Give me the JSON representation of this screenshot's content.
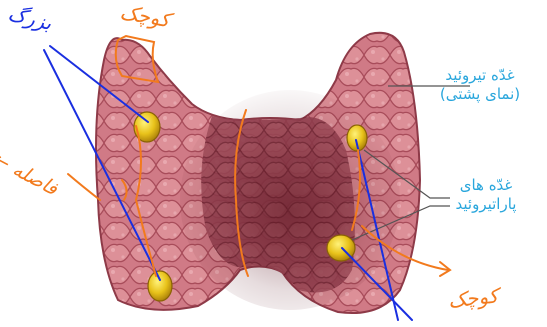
{
  "labels": {
    "thyroid_line1": "غدّه تیروئید",
    "thyroid_line2": "(نمای پشتی)",
    "parathyroid_line1": "غدّه های",
    "parathyroid_line2": "پاراتیروئید"
  },
  "handwriting": {
    "blue_top_left": "بزرگ",
    "orange_top": "کوچک",
    "orange_left": "فاصله ←",
    "orange_bottom_right": "کوچک"
  },
  "colors": {
    "background": "#ffffff",
    "tissue_light": "#d9838c",
    "tissue_mid": "#b85a66",
    "tissue_dark": "#7a2a35",
    "gland_yellow": "#e8c21a",
    "label_text": "#29a6dc",
    "leader_line": "#555555",
    "annotation_blue": "#1a2fe0",
    "annotation_orange": "#f27a1d"
  }
}
